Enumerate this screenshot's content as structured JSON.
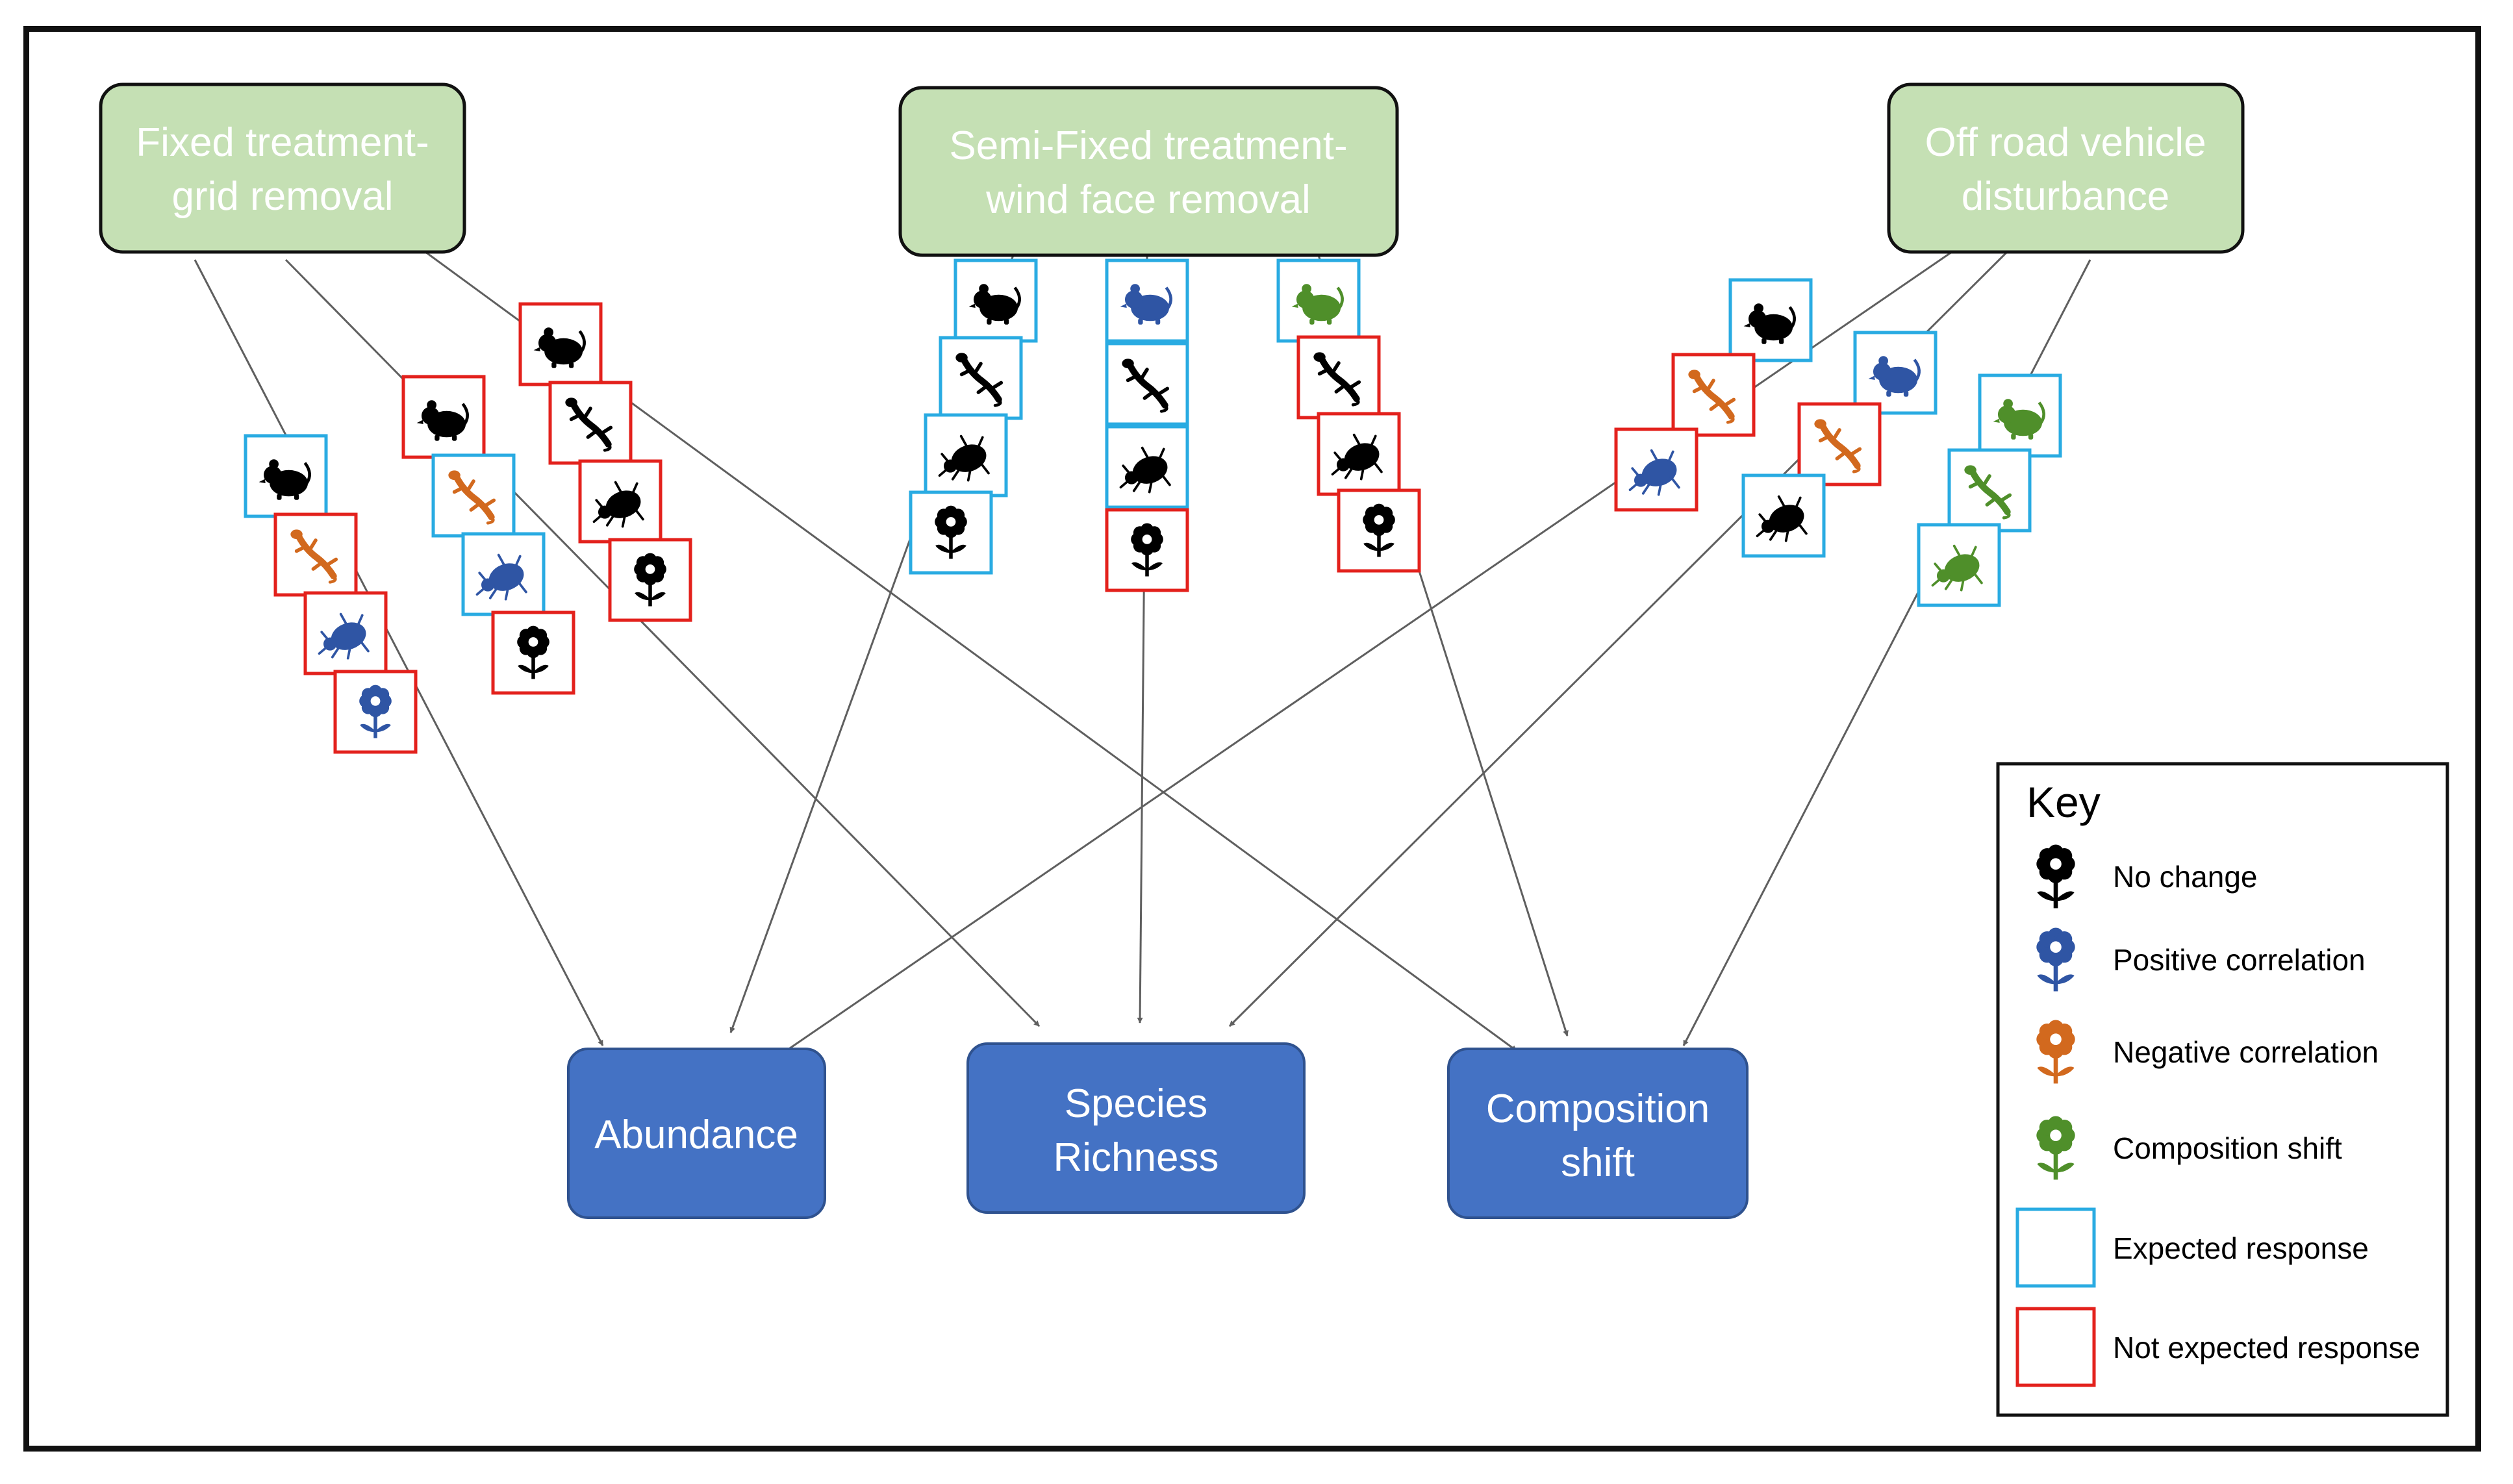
{
  "colors": {
    "treatment_fill": "#c5e0b4",
    "outcome_fill": "#4472c4",
    "expected_border": "#29abe2",
    "not_expected_border": "#e3211c",
    "no_change": "#000000",
    "positive": "#2f55a4",
    "negative": "#d2691e",
    "composition": "#4f8f2a",
    "arrow": "#5f5f5f"
  },
  "treatments": [
    {
      "id": "fixed",
      "lines": [
        "Fixed treatment-",
        "grid removal"
      ]
    },
    {
      "id": "semi",
      "lines": [
        "Semi-Fixed treatment-",
        "wind face removal"
      ]
    },
    {
      "id": "orv",
      "lines": [
        "Off road vehicle",
        "disturbance"
      ]
    }
  ],
  "outcomes": [
    {
      "id": "abundance",
      "lines": [
        "Abundance"
      ]
    },
    {
      "id": "richness",
      "lines": [
        "Species",
        "Richness"
      ]
    },
    {
      "id": "composition",
      "lines": [
        "Composition",
        "shift"
      ]
    }
  ],
  "chains": [
    {
      "treatment": "fixed",
      "outcome": "abundance",
      "icons": [
        {
          "taxon": "mammal-icon",
          "response": "no_change",
          "box": "expected"
        },
        {
          "taxon": "lizard-icon",
          "response": "negative",
          "box": "not_expected"
        },
        {
          "taxon": "beetle-icon",
          "response": "positive",
          "box": "not_expected"
        },
        {
          "taxon": "flower-icon",
          "response": "positive",
          "box": "not_expected"
        }
      ]
    },
    {
      "treatment": "fixed",
      "outcome": "richness",
      "icons": [
        {
          "taxon": "mammal-icon",
          "response": "no_change",
          "box": "not_expected"
        },
        {
          "taxon": "lizard-icon",
          "response": "negative",
          "box": "expected"
        },
        {
          "taxon": "beetle-icon",
          "response": "positive",
          "box": "expected"
        },
        {
          "taxon": "flower-icon",
          "response": "no_change",
          "box": "not_expected"
        }
      ]
    },
    {
      "treatment": "fixed",
      "outcome": "composition",
      "icons": [
        {
          "taxon": "mammal-icon",
          "response": "no_change",
          "box": "not_expected"
        },
        {
          "taxon": "lizard-icon",
          "response": "no_change",
          "box": "not_expected"
        },
        {
          "taxon": "beetle-icon",
          "response": "no_change",
          "box": "not_expected"
        },
        {
          "taxon": "flower-icon",
          "response": "no_change",
          "box": "not_expected"
        }
      ]
    },
    {
      "treatment": "semi",
      "outcome": "abundance",
      "icons": [
        {
          "taxon": "mammal-icon",
          "response": "no_change",
          "box": "expected"
        },
        {
          "taxon": "lizard-icon",
          "response": "no_change",
          "box": "expected"
        },
        {
          "taxon": "beetle-icon",
          "response": "no_change",
          "box": "expected"
        },
        {
          "taxon": "flower-icon",
          "response": "no_change",
          "box": "expected"
        }
      ]
    },
    {
      "treatment": "semi",
      "outcome": "richness",
      "icons": [
        {
          "taxon": "mammal-icon",
          "response": "positive",
          "box": "expected"
        },
        {
          "taxon": "lizard-icon",
          "response": "no_change",
          "box": "expected"
        },
        {
          "taxon": "beetle-icon",
          "response": "no_change",
          "box": "expected"
        },
        {
          "taxon": "flower-icon",
          "response": "no_change",
          "box": "not_expected"
        }
      ]
    },
    {
      "treatment": "semi",
      "outcome": "composition",
      "icons": [
        {
          "taxon": "mammal-icon",
          "response": "composition",
          "box": "expected"
        },
        {
          "taxon": "lizard-icon",
          "response": "no_change",
          "box": "not_expected"
        },
        {
          "taxon": "beetle-icon",
          "response": "no_change",
          "box": "not_expected"
        },
        {
          "taxon": "flower-icon",
          "response": "no_change",
          "box": "not_expected"
        }
      ]
    },
    {
      "treatment": "orv",
      "outcome": "abundance",
      "icons": [
        {
          "taxon": "mammal-icon",
          "response": "no_change",
          "box": "expected"
        },
        {
          "taxon": "lizard-icon",
          "response": "negative",
          "box": "not_expected"
        },
        {
          "taxon": "beetle-icon",
          "response": "positive",
          "box": "not_expected"
        }
      ]
    },
    {
      "treatment": "orv",
      "outcome": "richness",
      "icons": [
        {
          "taxon": "mammal-icon",
          "response": "positive",
          "box": "expected"
        },
        {
          "taxon": "lizard-icon",
          "response": "negative",
          "box": "not_expected"
        },
        {
          "taxon": "beetle-icon",
          "response": "no_change",
          "box": "expected"
        }
      ]
    },
    {
      "treatment": "orv",
      "outcome": "composition",
      "icons": [
        {
          "taxon": "mammal-icon",
          "response": "composition",
          "box": "expected"
        },
        {
          "taxon": "lizard-icon",
          "response": "composition",
          "box": "expected"
        },
        {
          "taxon": "beetle-icon",
          "response": "composition",
          "box": "expected"
        }
      ]
    }
  ],
  "key": {
    "title": "Key",
    "items": [
      {
        "kind": "flower",
        "response": "no_change",
        "label": "No change"
      },
      {
        "kind": "flower",
        "response": "positive",
        "label": "Positive correlation"
      },
      {
        "kind": "flower",
        "response": "negative",
        "label": "Negative correlation"
      },
      {
        "kind": "flower",
        "response": "composition",
        "label": "Composition shift"
      },
      {
        "kind": "box",
        "box": "expected",
        "label": "Expected response"
      },
      {
        "kind": "box",
        "box": "not_expected",
        "label": "Not expected response"
      }
    ]
  }
}
